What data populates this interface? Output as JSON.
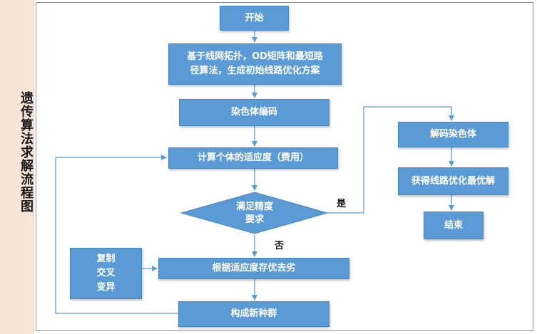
{
  "side_title": "遗传算法求解流程图",
  "nodes": {
    "start": "开始",
    "init": "基于线网拓扑，OD矩阵和最短路\n径算法，生成初始线路优化方案",
    "encode": "染色体编码",
    "fitness": "计算个体的适应度（费用）",
    "decision": "满足精度\n要求",
    "select": "根据适应度存优去劣",
    "ops": "复制\n交叉\n变异",
    "newpop": "构成新种群",
    "decode": "解码染色体",
    "best": "获得线路优化最优解",
    "end": "结束"
  },
  "labels": {
    "yes": "是",
    "no": "否"
  },
  "colors": {
    "node_fill": "#5b9bd5",
    "arrow": "#5b9bd5",
    "side_bg": "#f8e4d8"
  }
}
